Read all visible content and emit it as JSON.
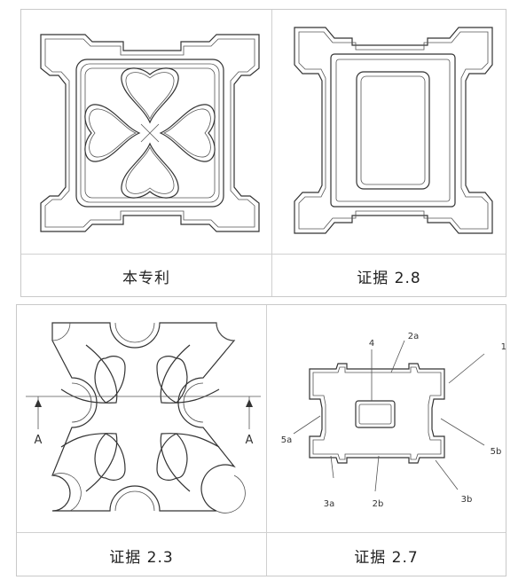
{
  "top": {
    "captions": [
      "本专利",
      "证据 2.8"
    ]
  },
  "bottom": {
    "captions": [
      "证据 2.3",
      "证据 2.7"
    ],
    "section_marks": [
      "A",
      "A"
    ],
    "callouts": [
      "1",
      "2a",
      "2b",
      "3a",
      "3b",
      "4",
      "5a",
      "5b"
    ]
  }
}
